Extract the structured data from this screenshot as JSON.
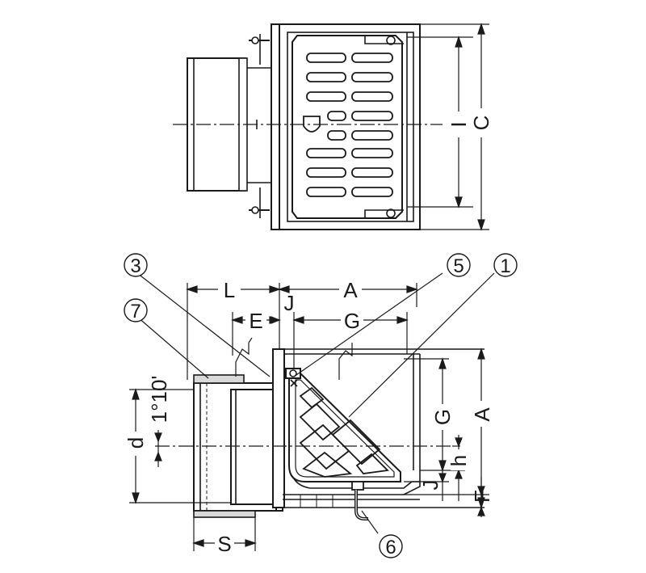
{
  "drawing": {
    "dimensions": {
      "L": "L",
      "A_top": "A",
      "J_top": "J",
      "E": "E",
      "G_top": "G",
      "C": "C",
      "I": "I",
      "G_side": "G",
      "A_side": "A",
      "h": "h",
      "J_side": "J",
      "F": "F",
      "d": "d",
      "angle": "1°10'",
      "S": "S"
    },
    "callouts": [
      "1",
      "3",
      "5",
      "6",
      "7"
    ],
    "colors": {
      "line": "#1a1a1a",
      "fill": "#ffffff",
      "shade": "#d9d9d9"
    }
  }
}
